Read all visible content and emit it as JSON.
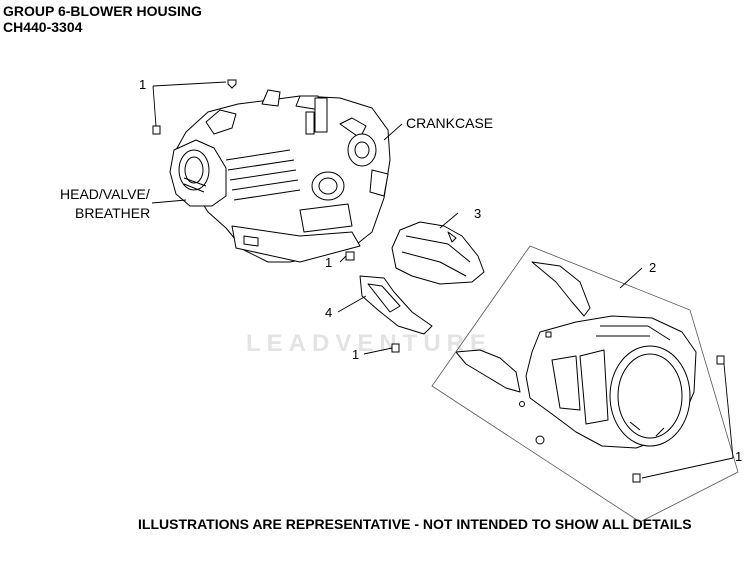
{
  "header": {
    "title": "GROUP 6-BLOWER HOUSING",
    "model": "CH440-3304"
  },
  "callouts": {
    "crankcase": "CRANKCASE",
    "head_line1": "HEAD/VALVE/",
    "head_line2": "BREATHER",
    "n1_top": "1",
    "n1_mid": "1",
    "n1_lower": "1",
    "n1_right": "1",
    "n2": "2",
    "n3": "3",
    "n4": "4"
  },
  "watermark": "LEADVENTURE",
  "footer": "ILLUSTRATIONS ARE REPRESENTATIVE - NOT INTENDED TO SHOW ALL DETAILS",
  "colors": {
    "line": "#000000",
    "fill": "#ffffff",
    "watermark": "#e3e3e3"
  }
}
